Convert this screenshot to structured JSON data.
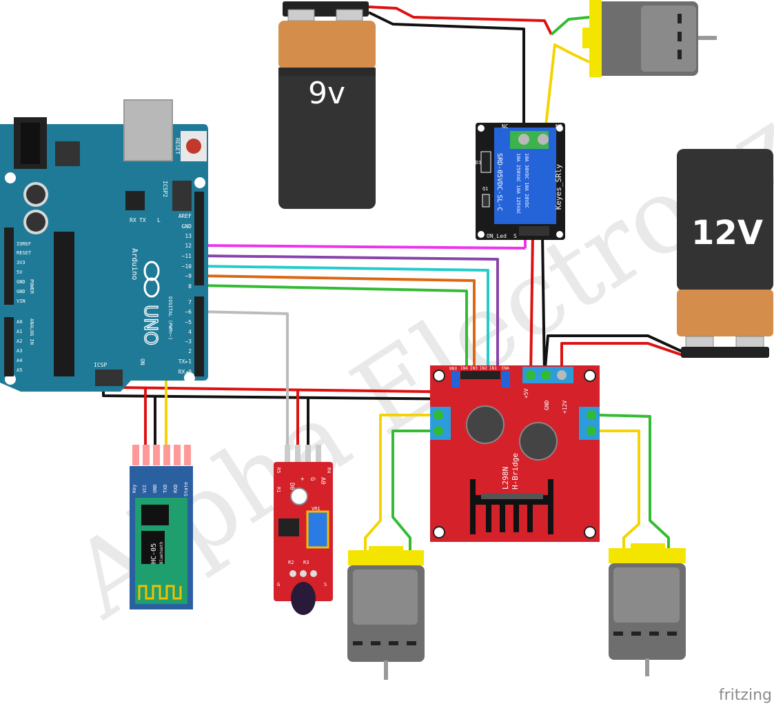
{
  "watermark": "Alpha Electronz",
  "footer": "fritzing",
  "battery_9v": {
    "label": "9v"
  },
  "battery_12v": {
    "label": "12V"
  },
  "arduino": {
    "brand": "Arduino",
    "model": "UNO",
    "reset": "RESET",
    "icsp2": "ICSP2",
    "icsp": "ICSP",
    "rx": "RX",
    "tx": "TX",
    "l": "L",
    "on": "ON",
    "digital": "DIGITAL (PWM=~)",
    "power": "POWER",
    "analog": "ANALOG IN",
    "pins_left": [
      "IOREF",
      "RESET",
      "3V3",
      "5V",
      "GND",
      "GND",
      "VIN"
    ],
    "analog_pins": [
      "A0",
      "A1",
      "A2",
      "A3",
      "A4",
      "A5"
    ],
    "pins_right_top": [
      "AREF",
      "GND",
      "13",
      "12",
      "~11",
      "~10",
      "~9",
      "8"
    ],
    "pins_right_bottom": [
      "7",
      "~6",
      "~5",
      "4",
      "~3",
      "2",
      "TX▸1",
      "RX◂0"
    ]
  },
  "relay": {
    "name": "Keyes_SRly",
    "model": "SRD-05VDC-SL-C",
    "rating1": "10A 250VAC  10A 125VAC",
    "rating2": "10A  30VDC  10A  28VDC",
    "nc": "NC",
    "no": "NO",
    "led": "ON_Led",
    "s": "S",
    "d1": "D1",
    "q1": "Q1"
  },
  "hbridge": {
    "model": "L298N",
    "name": "H-Bridge",
    "pins": [
      "ENB",
      "IN4",
      "IN3",
      "IN2",
      "IN1",
      "ENA"
    ],
    "v5": "+5V",
    "gnd": "GND",
    "v12": "+12V"
  },
  "bluetooth": {
    "model": "HC-05",
    "sub": "Bluetooth",
    "pins": [
      "Key",
      "VCC",
      "GND",
      "TXD",
      "RXD",
      "State"
    ]
  },
  "ir_sensor": {
    "pins": [
      "D0",
      "+",
      "G",
      "A0"
    ],
    "labels": [
      "R5",
      "R1",
      "R4",
      "VR1",
      "R2",
      "R3",
      "G",
      "S"
    ]
  },
  "colors": {
    "red": "#dd1111",
    "black": "#111111",
    "yellow": "#f4d400",
    "green": "#33bb33",
    "pink": "#ee33ee",
    "purple": "#8844aa",
    "cyan": "#22cccc",
    "orange": "#dd6611",
    "board_blue": "#1f7a98",
    "hbridge_red": "#d4212a",
    "relay_blue": "#2563d9"
  }
}
